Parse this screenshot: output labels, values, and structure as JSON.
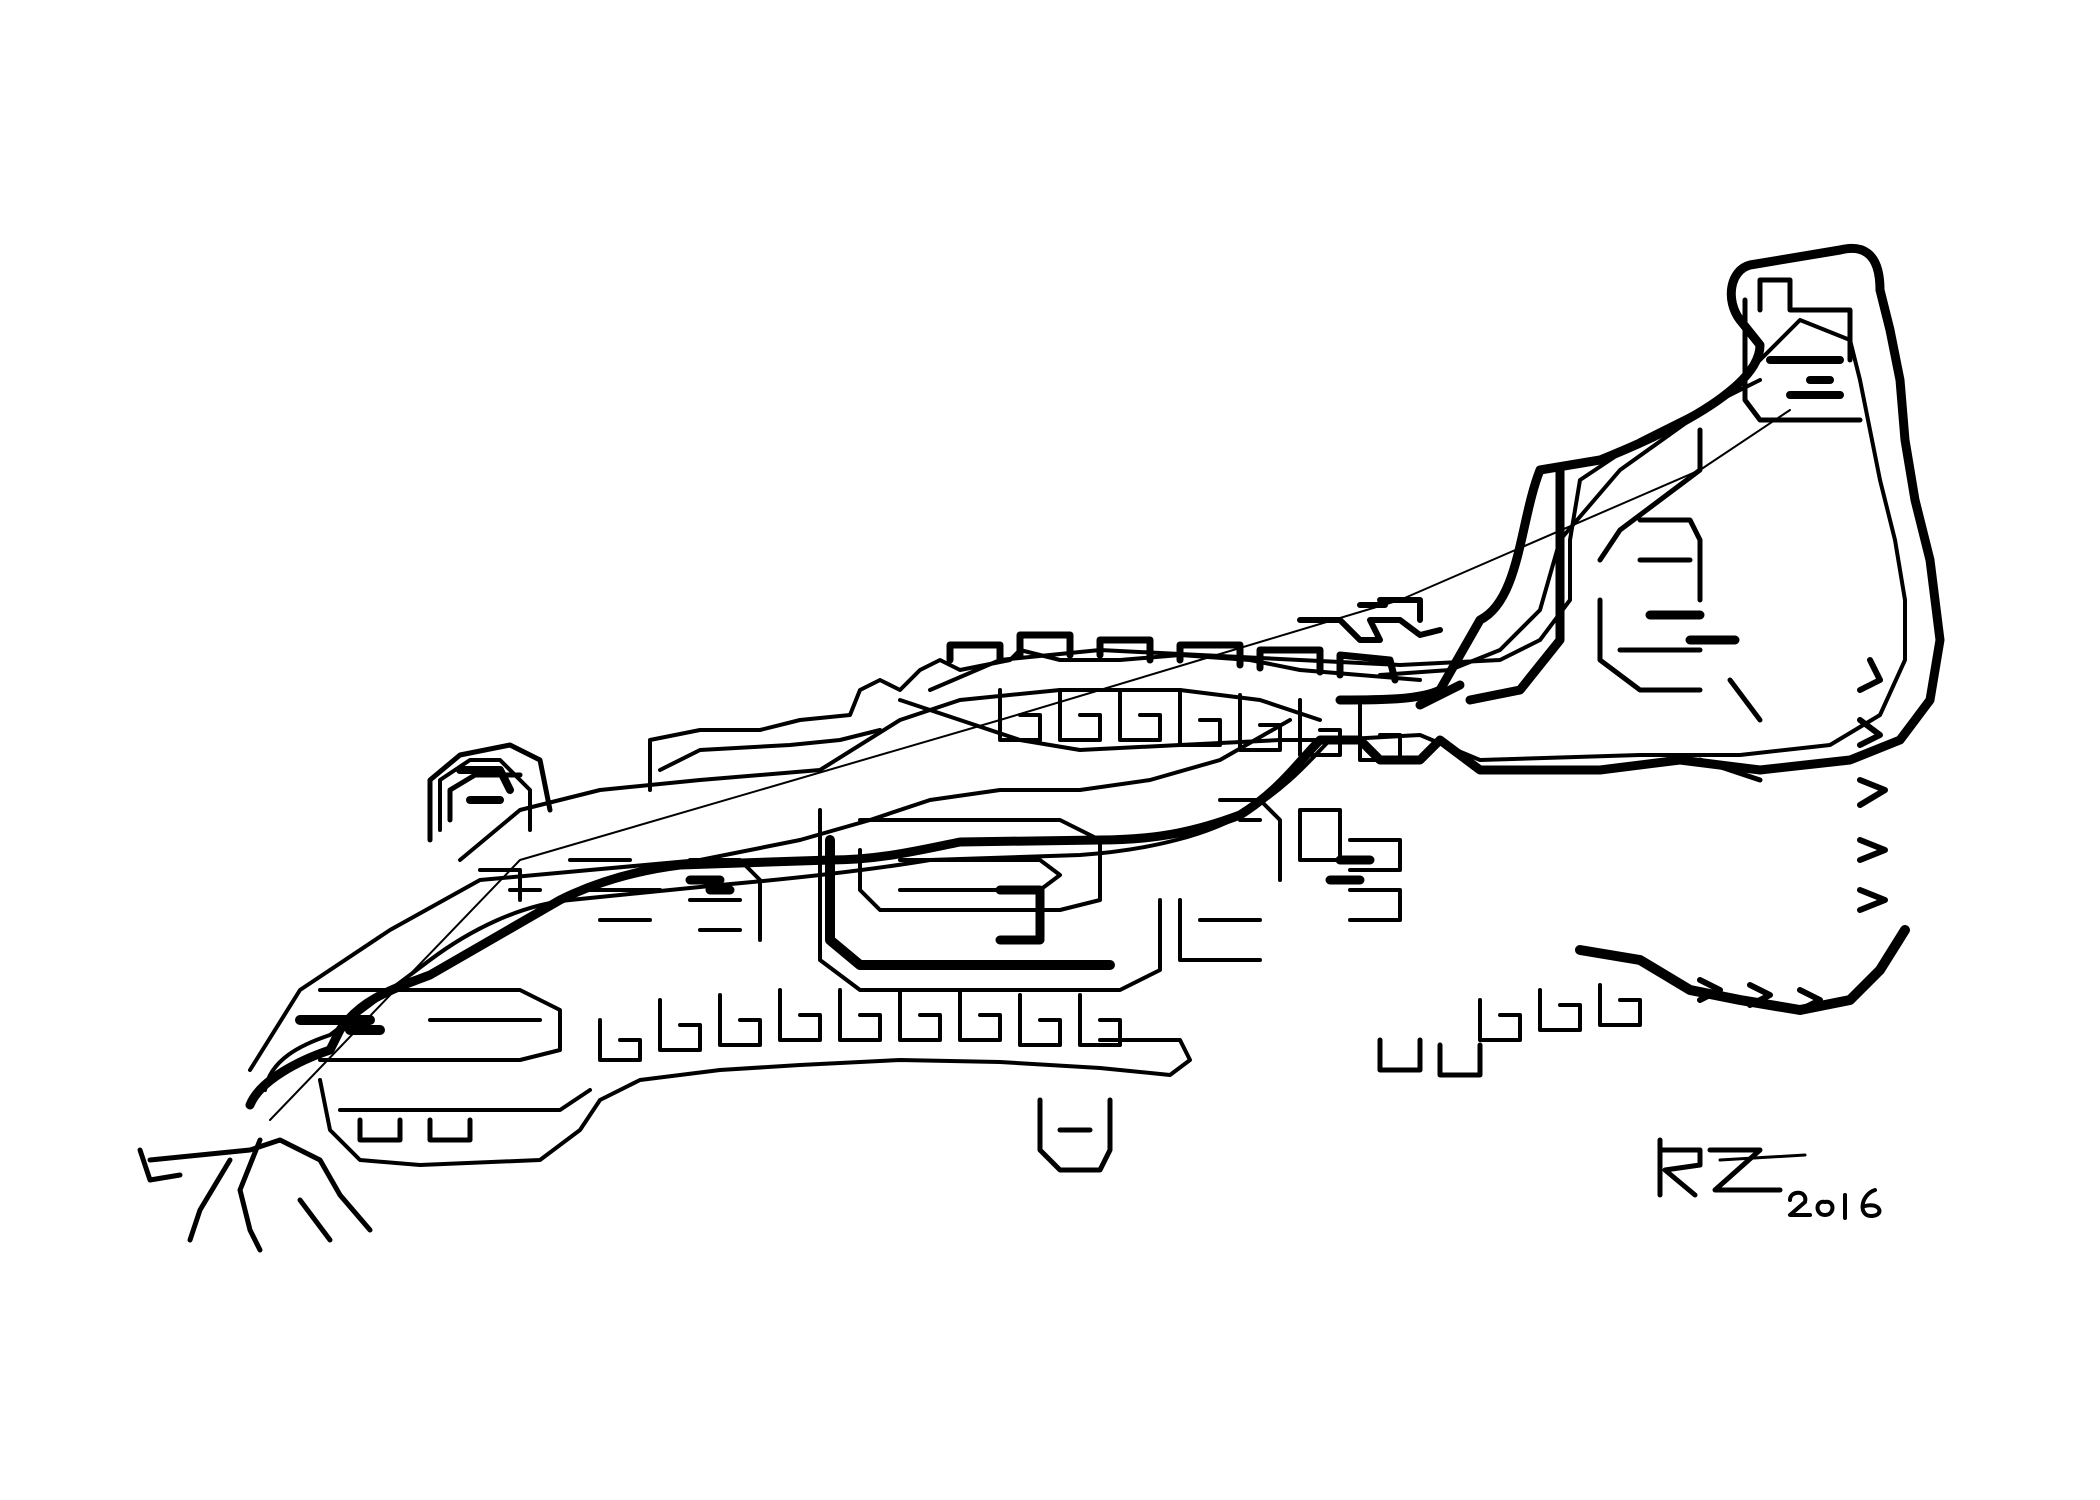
{
  "artwork": {
    "kind": "ink drawing",
    "subject": "spaceship",
    "ink_color": "#000000",
    "paper_color": "#ffffff"
  },
  "signature": {
    "initials": "RZ",
    "year": "2016"
  }
}
